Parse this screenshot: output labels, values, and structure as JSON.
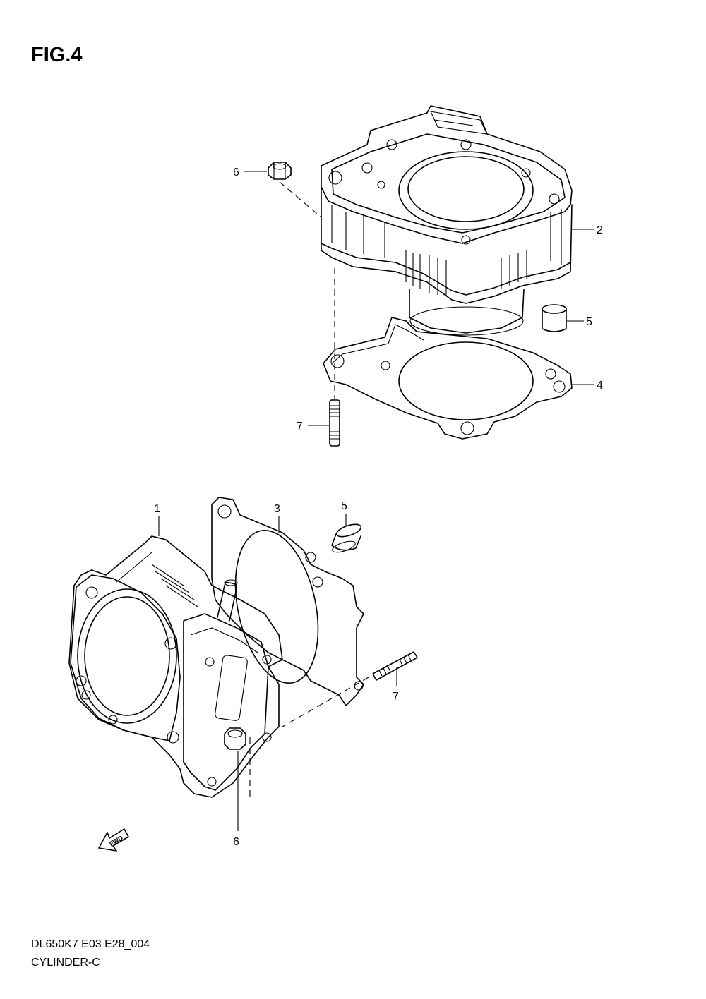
{
  "figure": {
    "title": "FIG.4"
  },
  "callouts": {
    "c1": "1",
    "c2": "2",
    "c3": "3",
    "c4": "4",
    "c5_top": "5",
    "c5_bottom": "5",
    "c6_top": "6",
    "c6_bottom": "6",
    "c7_top": "7",
    "c7_bottom": "7"
  },
  "fwd_arrow": {
    "label": "FWD"
  },
  "footer": {
    "code": "DL650K7 E03 E28_004",
    "name": "CYLINDER-C"
  }
}
